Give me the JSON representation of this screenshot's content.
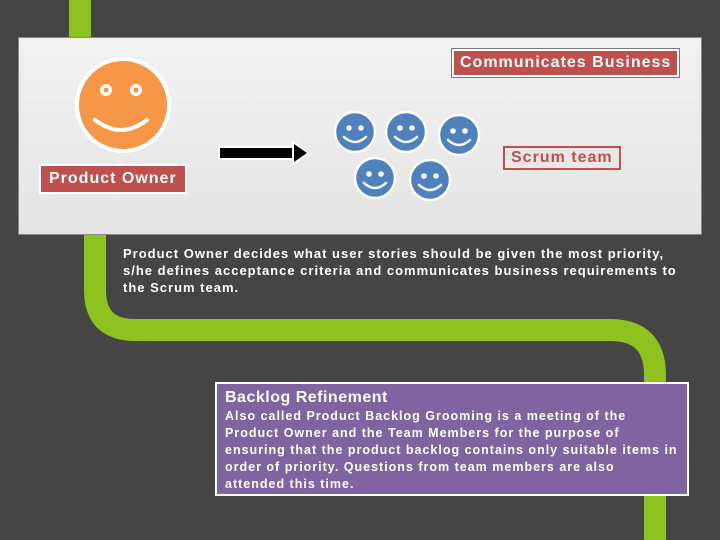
{
  "product_owner": {
    "label": "Product Owner"
  },
  "communication": {
    "label": "Communicates Business"
  },
  "scrum_team": {
    "label": "Scrum team"
  },
  "description": "Product Owner decides what user stories should be given the most priority, s/he defines acceptance criteria and communicates business requirements to the Scrum team.",
  "backlog": {
    "title": "Backlog Refinement",
    "text": "Also called Product Backlog Grooming is a meeting of the Product Owner and the Team Members for the purpose of ensuring that the product backlog contains only suitable items in order of priority. Questions from team members are also attended this time."
  },
  "colors": {
    "background": "#454545",
    "track": "#8dc21f",
    "product_owner_face": "#f79646",
    "team_face": "#4f81bd",
    "label_red": "#c0504d",
    "backlog_purple": "#8064a2"
  },
  "icons": [
    "product-owner-smiley-icon",
    "right-arrow-icon",
    "team-member-smiley-icon"
  ]
}
